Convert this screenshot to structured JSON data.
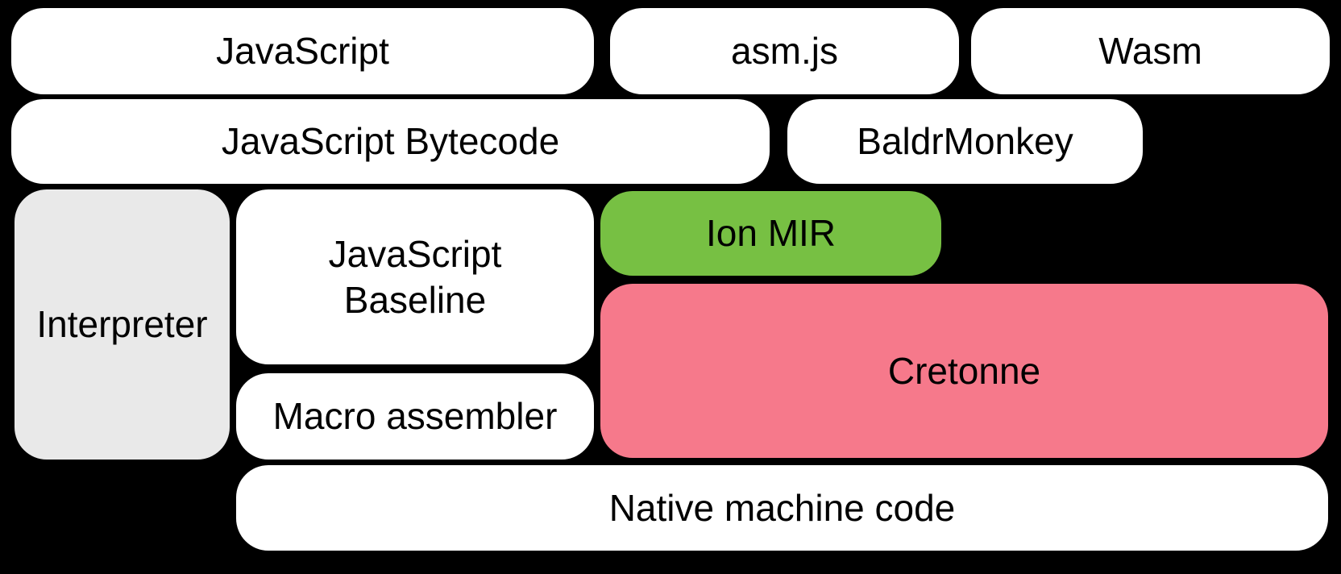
{
  "diagram": {
    "description": "Compiler pipeline diagram",
    "boxes": {
      "javascript": {
        "label": "JavaScript",
        "color": "#ffffff"
      },
      "asmjs": {
        "label": "asm.js",
        "color": "#ffffff"
      },
      "wasm": {
        "label": "Wasm",
        "color": "#ffffff"
      },
      "bytecode": {
        "label": "JavaScript Bytecode",
        "color": "#ffffff"
      },
      "baldrmonkey": {
        "label": "BaldrMonkey",
        "color": "#ffffff"
      },
      "interpreter": {
        "label": "Interpreter",
        "color": "#e9e9e9"
      },
      "baseline": {
        "label": "JavaScript Baseline",
        "color": "#ffffff"
      },
      "ion_mir": {
        "label": "Ion MIR",
        "color": "#77c043"
      },
      "cretonne": {
        "label": "Cretonne",
        "color": "#f6798b"
      },
      "macro": {
        "label": "Macro assembler",
        "color": "#ffffff"
      },
      "native": {
        "label": "Native machine code",
        "color": "#ffffff"
      }
    },
    "colors": {
      "background": "#000000",
      "box_default": "#ffffff",
      "interpreter_gray": "#e9e9e9",
      "ion_green": "#77c043",
      "cretonne_pink": "#f6798b",
      "text": "#000000"
    }
  }
}
